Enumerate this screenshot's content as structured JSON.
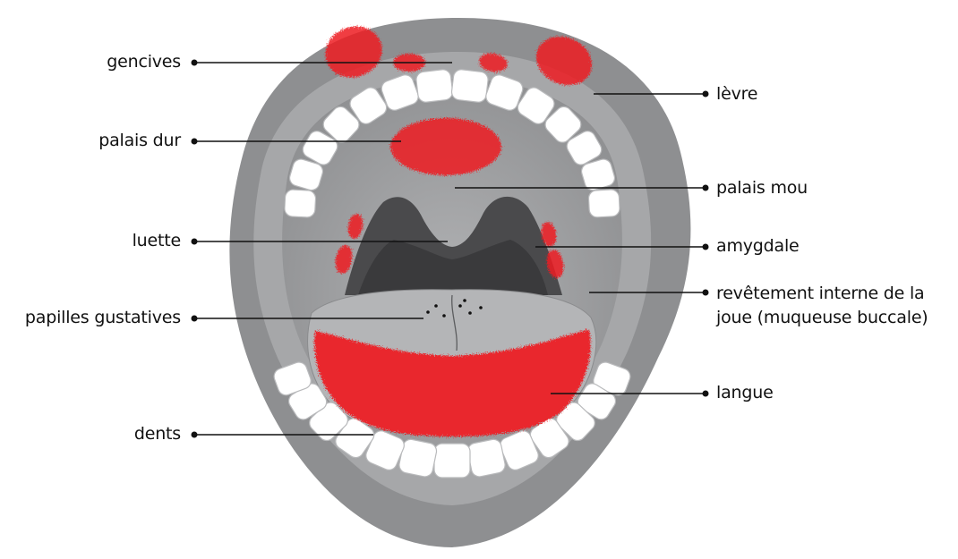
{
  "labels_left": [
    {
      "id": "gencives",
      "text": "gencives"
    },
    {
      "id": "palais-dur",
      "text": "palais dur"
    },
    {
      "id": "luette",
      "text": "luette"
    },
    {
      "id": "papilles",
      "text": "papilles gustatives"
    },
    {
      "id": "dents",
      "text": "dents"
    }
  ],
  "labels_right": [
    {
      "id": "levre",
      "text": "lèvre"
    },
    {
      "id": "palais-mou",
      "text": "palais mou"
    },
    {
      "id": "amygdale",
      "text": "amygdale"
    },
    {
      "id": "joue",
      "lines": [
        "revêtement interne de la",
        "joue (muqueuse buccale)"
      ]
    },
    {
      "id": "langue",
      "text": "langue"
    }
  ],
  "colors": {
    "lip_outer": "#8e8f91",
    "lip_inner": "#a6a7a9",
    "mouth_cavity": "#9a9b9d",
    "throat": "#4a4a4c",
    "throat_dark": "#3a3a3c",
    "tongue": "#b4b5b7",
    "teeth": "#ffffff",
    "tooth_line": "#b9babc",
    "red_patch": "#ee1c24",
    "leader": "#111111"
  }
}
